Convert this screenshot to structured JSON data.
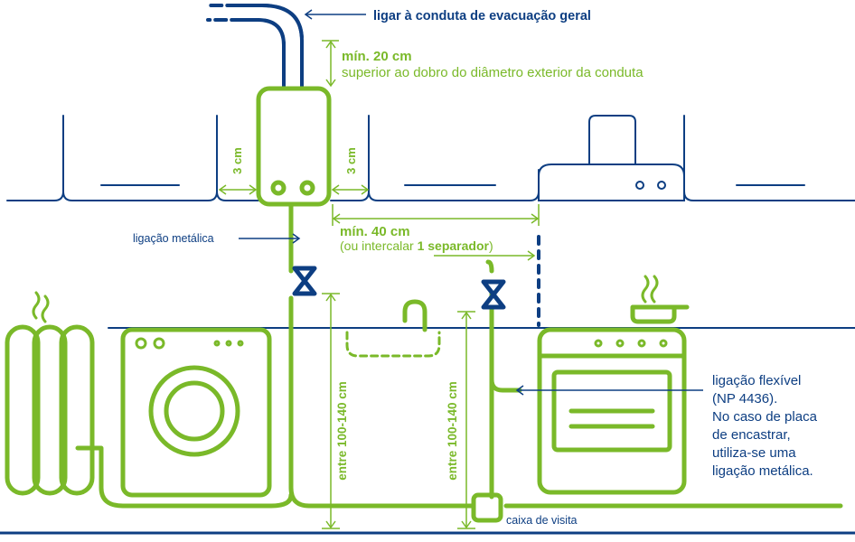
{
  "colors": {
    "green": "#7ab929",
    "blue": "#0d3e82",
    "white": "#ffffff"
  },
  "labels": {
    "flue_connection": "ligar à conduta de evacuação geral",
    "min_20_title": "mín. 20 cm",
    "min_20_desc": "superior ao dobro do diâmetro exterior da conduta",
    "gap_left": "3 cm",
    "gap_right": "3 cm",
    "min_40_title": "mín. 40 cm",
    "min_40_prefix": "(ou intercalar ",
    "min_40_bold": "1 separador",
    "min_40_suffix": ")",
    "metal_connection": "ligação metálica",
    "height_left": "entre 100-140 cm",
    "height_right": "entre 100-140 cm",
    "inspection_box": "caixa de visita",
    "flex_line1": "ligação flexível",
    "flex_line2": "(NP 4436).",
    "flex_line3": "No caso de placa",
    "flex_line4": "de encastrar,",
    "flex_line5": "utiliza-se uma",
    "flex_line6": "ligação metálica."
  },
  "icons": {
    "valve_left": "gas-valve-icon",
    "valve_right": "gas-valve-icon",
    "steam_radiator": "steam-icon",
    "steam_pan": "steam-icon"
  }
}
